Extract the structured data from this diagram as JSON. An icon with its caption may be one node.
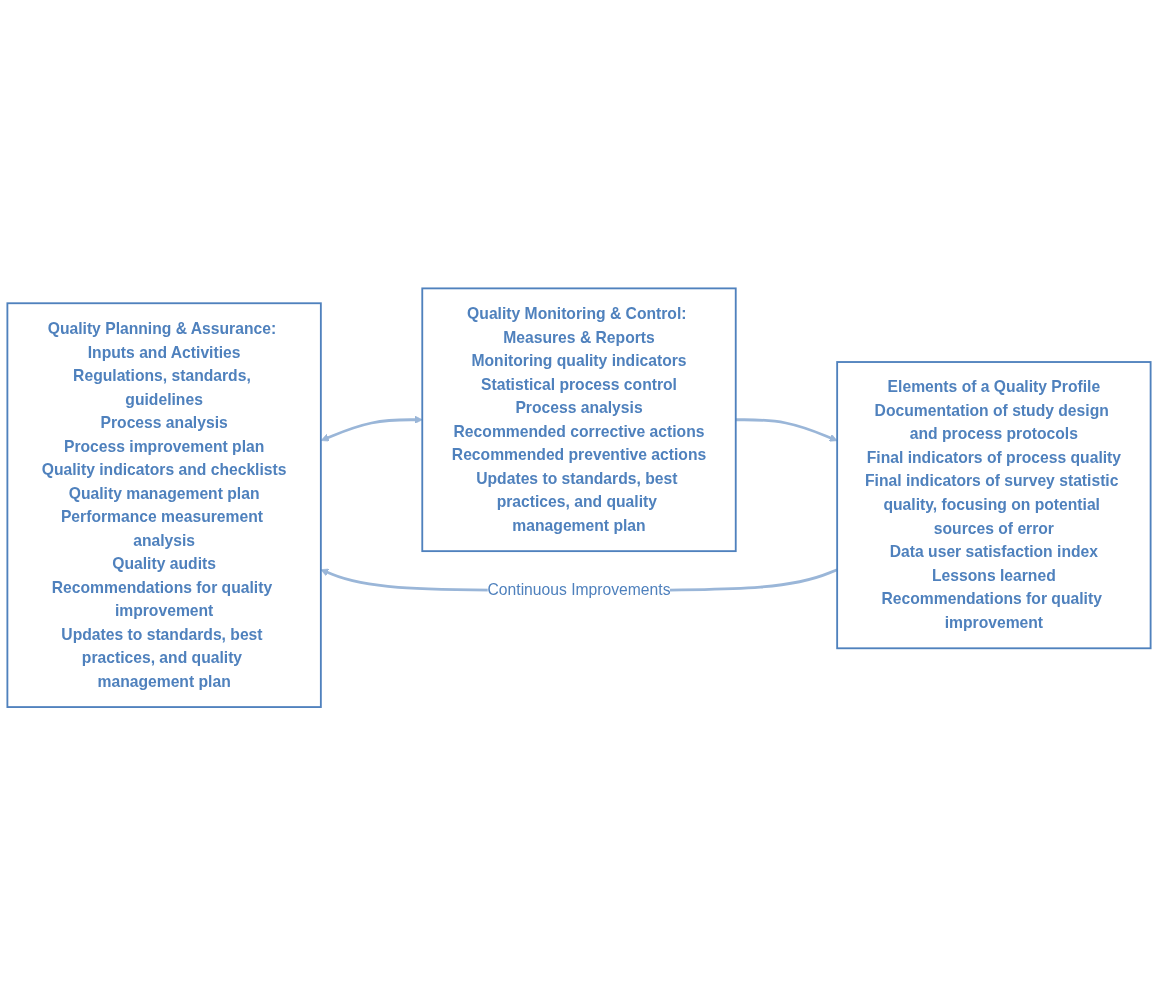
{
  "diagram": {
    "nodes": [
      {
        "text": [
          "Quality Planning & Assurance: Inputs and Activities",
          "Regulations, standards, guidelines",
          "Process analysis",
          "Process improvement plan",
          "Quality indicators and checklists",
          "Quality management plan",
          "Performance measurement analysis",
          "Quality audits",
          "Recommendations for quality improvement",
          "Updates to standards, best practices, and quality management plan"
        ]
      },
      {
        "text": [
          "Quality Monitoring & Control: Measures & Reports",
          "Monitoring quality indicators",
          "Statistical process control",
          "Process analysis",
          "Recommended corrective actions",
          "Recommended preventive actions",
          "Updates to standards, best practices, and quality management plan"
        ]
      },
      {
        "text": [
          "Elements of a Quality Profile",
          "Documentation of study design and process protocols",
          "Final indicators of process quality",
          "Final indicators of survey statistic quality, focusing on potential sources of error",
          "Data user satisfaction index",
          "Lessons learned",
          "Recommendations for quality improvement"
        ]
      }
    ],
    "edges": [
      {
        "from": 0,
        "to": 1,
        "arrow": "both"
      },
      {
        "from": 1,
        "to": 2,
        "arrow": "to"
      },
      {
        "from": 2,
        "to": 0,
        "arrow": "to",
        "label": "Continuous Improvements"
      }
    ]
  }
}
